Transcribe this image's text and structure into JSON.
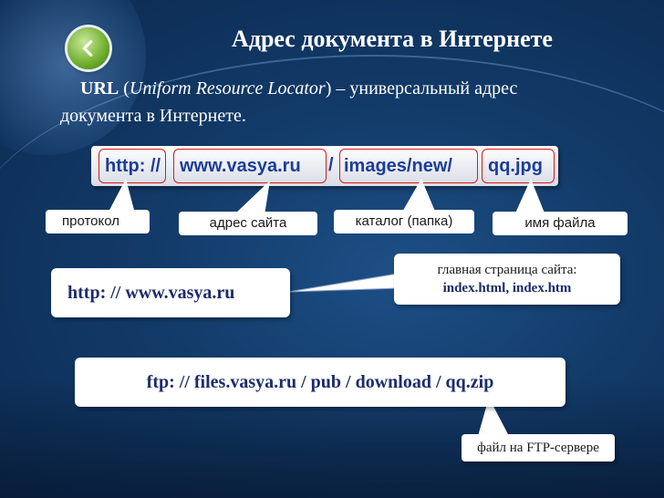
{
  "slide": {
    "title": "Адрес документа в Интернете",
    "definition": {
      "term": "URL",
      "open_paren": " (",
      "expansion": "Uniform Resource Locator",
      "rest_line1": ") – универсальный адрес",
      "line2": "документа в Интернете."
    },
    "url_example": {
      "protocol": "http: //",
      "site": "www.vasya.ru",
      "sep": "/",
      "folder": "images/new/",
      "file": "qq.jpg"
    },
    "labels": {
      "protocol": "протокол",
      "site_address": "адрес сайта",
      "folder": "каталог (папка)",
      "file_name": "имя файла"
    },
    "http_example": "http: // www.vasya.ru",
    "main_page_note": {
      "line1": "главная страница сайта:",
      "line2": "index.html, index.htm"
    },
    "ftp_example": "ftp: // files.vasya.ru / pub / download / qq.zip",
    "ftp_note": "файл на FTP-сервере"
  },
  "colors": {
    "background": "#123a68",
    "url_text": "#1c3d99",
    "highlight_border": "#d71a1a",
    "nav_button": "#6fae2c"
  },
  "icons": {
    "nav_back": "chevron-left-icon"
  }
}
